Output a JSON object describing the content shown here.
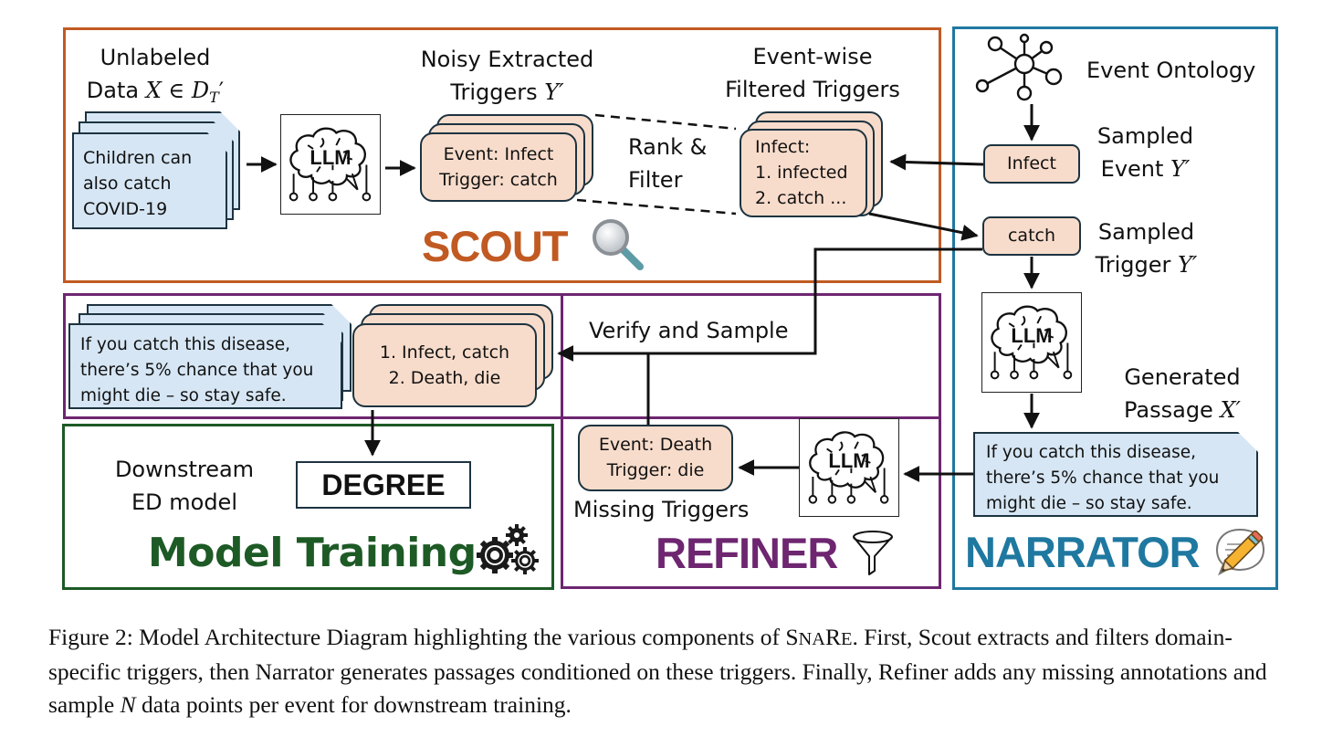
{
  "colors": {
    "scout": "#c15a22",
    "narrator": "#1f78a0",
    "refiner": "#6e2670",
    "training": "#1d5a25",
    "card_fill": "#f8dccb",
    "doc_fill": "#d6e6f4",
    "stroke": "#1d3340"
  },
  "scout": {
    "title": "SCOUT",
    "icon": "magnifier-icon",
    "unlabeled_label_line1": "Unlabeled",
    "unlabeled_label_line2_text": "Data ",
    "unlabeled_label_line2_math": "X ∈ D",
    "unlabeled_label_line2_sub": "T",
    "unlabeled_label_line2_prime": "′",
    "input_doc_lines": [
      "Children can",
      "also catch",
      "COVID-19"
    ],
    "llm_label": "LLM",
    "noisy_label_line1": "Noisy Extracted",
    "noisy_label_line2_text": "Triggers ",
    "noisy_label_line2_math": "Y′",
    "noisy_card_lines": [
      "Event: Infect",
      "Trigger: catch"
    ],
    "rank_filter_lines": [
      "Rank &",
      "Filter"
    ],
    "filtered_label_line1": "Event-wise",
    "filtered_label_line2": "Filtered Triggers",
    "filtered_card_lines": [
      "Infect:",
      "1. infected",
      "2. catch ..."
    ]
  },
  "narrator": {
    "title": "NARRATOR",
    "icon": "pencil-note-icon",
    "ontology_label": "Event Ontology",
    "sampled_event_box": "Infect",
    "sampled_event_label_line1": "Sampled",
    "sampled_event_label_line2_text": "Event ",
    "sampled_event_label_line2_math": "Y′",
    "sampled_trigger_box": "catch",
    "sampled_trigger_label_line1": "Sampled",
    "sampled_trigger_label_line2_text": "Trigger ",
    "sampled_trigger_label_line2_math": "Y′",
    "llm_label": "LLM",
    "generated_label_line1": "Generated",
    "generated_label_line2_text": "Passage ",
    "generated_label_line2_math": "X′",
    "passage_lines": [
      "If you catch this disease,",
      "there’s 5% chance that you",
      "might die – so stay safe."
    ]
  },
  "refiner": {
    "title": "REFINER",
    "icon": "funnel-icon",
    "verify_label": "Verify and Sample",
    "output_doc_lines": [
      "If you catch this disease,",
      "there’s 5% chance that you",
      "might die – so stay safe."
    ],
    "output_card_lines": [
      "1. Infect, catch",
      "2. Death, die"
    ],
    "missing_card_lines": [
      "Event: Death",
      "Trigger: die"
    ],
    "missing_label": "Missing Triggers",
    "llm_label": "LLM"
  },
  "training": {
    "title": "Model Training",
    "icon": "gears-icon",
    "downstream_label_lines": [
      "Downstream",
      "ED model"
    ],
    "model_name": "DEGREE"
  },
  "caption": {
    "prefix": "Figure 2: Model Architecture Diagram highlighting the various components of ",
    "system_name": "SNARE",
    "middle": ". First, Scout extracts and filters domain-specific triggers, then Narrator generates passages conditioned on these triggers. Finally, Refiner adds any missing annotations and sample ",
    "variable": "N",
    "suffix": " data points per event for downstream training."
  }
}
